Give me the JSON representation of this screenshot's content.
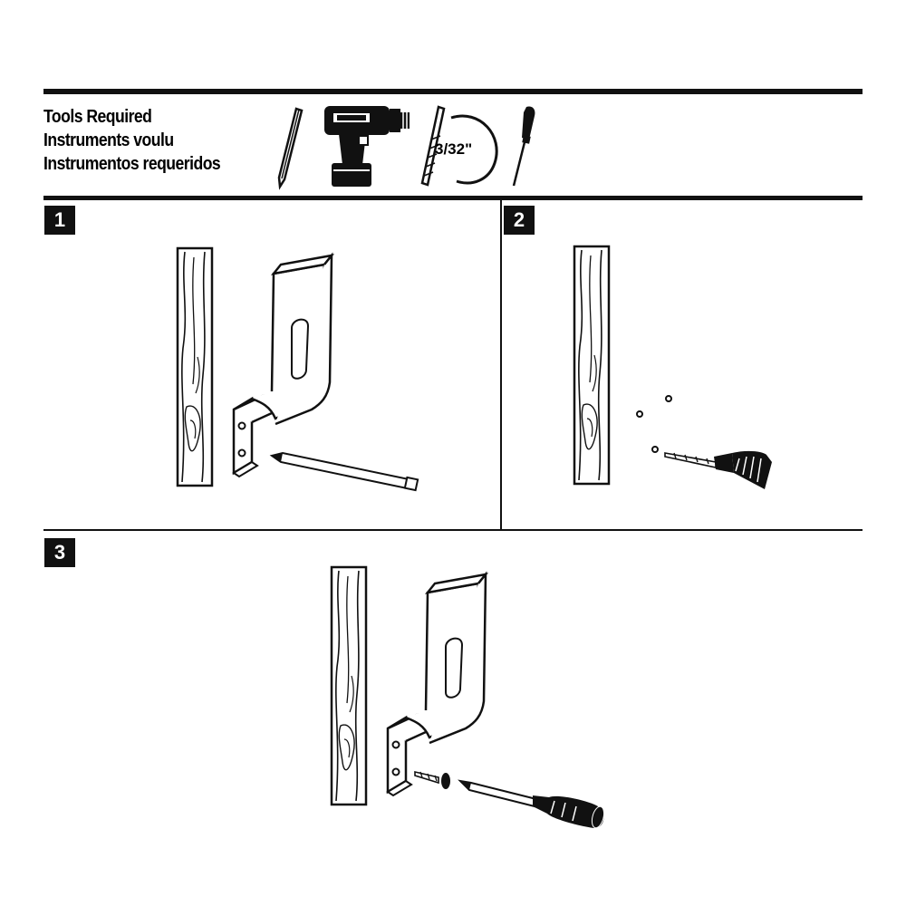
{
  "tools_section": {
    "lines": [
      "Tools Required",
      "Instruments voulu",
      "Instrumentos requeridos"
    ],
    "drill_bit_size": "3/32\"",
    "tool_icons": [
      "pencil-icon",
      "power-drill-icon",
      "drill-bit-icon",
      "screwdriver-icon"
    ]
  },
  "steps": [
    {
      "number": "1"
    },
    {
      "number": "2"
    },
    {
      "number": "3"
    }
  ]
}
